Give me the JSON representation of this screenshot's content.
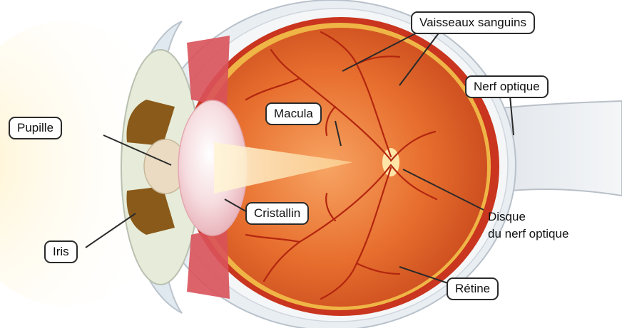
{
  "labels": {
    "vaisseaux": "Vaisseaux sanguins",
    "nerf_optique": "Nerf optique",
    "macula": "Macula",
    "pupille": "Pupille",
    "cristallin": "Cristallin",
    "iris": "Iris",
    "disque_line1": "Disque",
    "disque_line2": "du nerf optique",
    "retine": "Rétine"
  },
  "colors": {
    "sclera": "#e9eef3",
    "choroid": "#c9351e",
    "retina_fill": "#e0642b",
    "lens": "#f6d9dc",
    "iris": "#8a5a1a",
    "vessel": "#b3260f",
    "label_border": "#2a2a2a"
  }
}
